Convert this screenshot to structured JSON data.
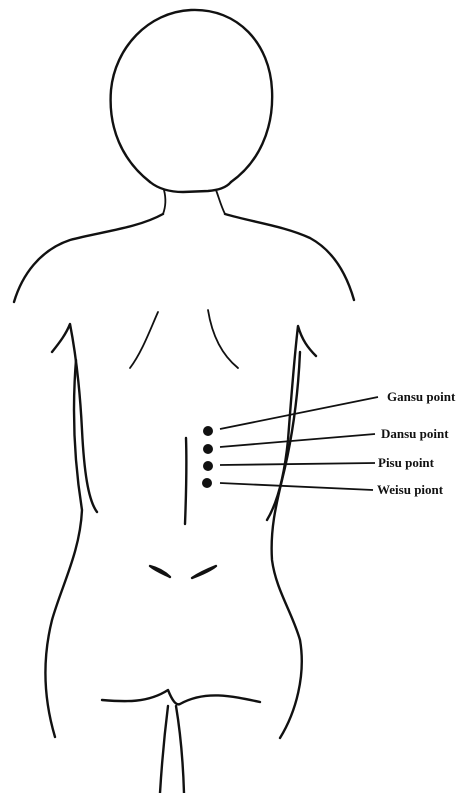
{
  "colors": {
    "line": "#111111",
    "background": "#ffffff"
  },
  "points": [
    {
      "name": "gansu",
      "label": "Gansu point"
    },
    {
      "name": "dansu",
      "label": "Dansu point"
    },
    {
      "name": "pisu",
      "label": "Pisu point"
    },
    {
      "name": "weisu",
      "label": "Weisu piont"
    }
  ]
}
